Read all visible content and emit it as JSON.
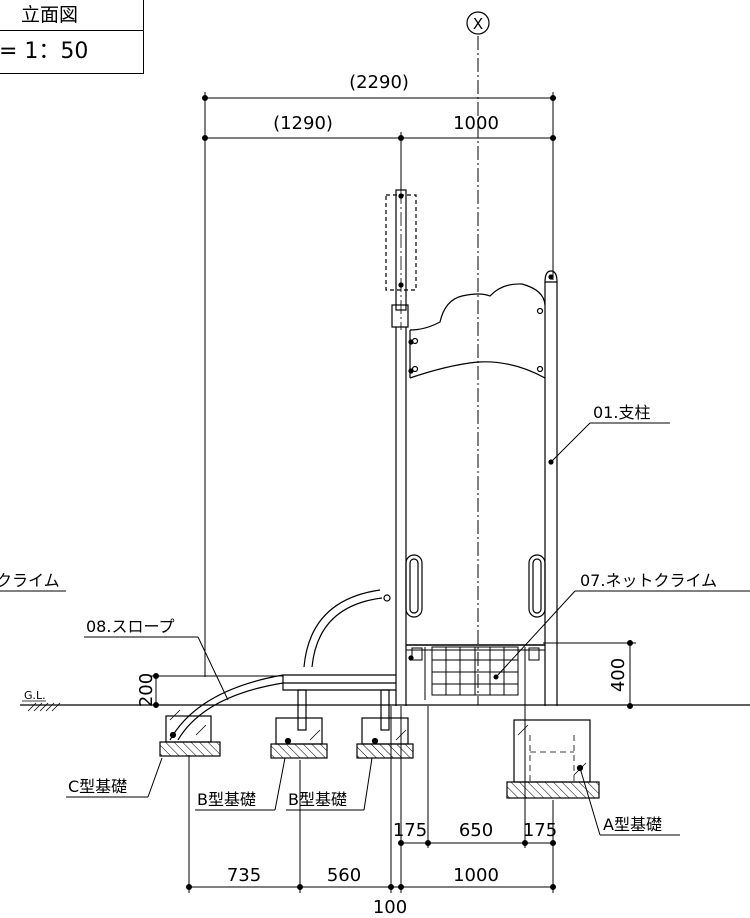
{
  "title_block": {
    "title": "立面図",
    "scale": "= 1：50"
  },
  "axis_mark": "X",
  "dimensions": {
    "overall_width": "(2290)",
    "left_width": "(1290)",
    "right_width": "1000",
    "ladder_height": "400",
    "slope_height": "200",
    "bottom_175_left": "175",
    "bottom_650": "650",
    "bottom_175_right": "175",
    "bottom_735": "735",
    "bottom_560": "560",
    "bottom_1000": "1000",
    "bottom_100": "100"
  },
  "labels": {
    "post": "01.支柱",
    "net_climb": "07.ネットクライム",
    "net_climb_left_partial": "クライム",
    "slope": "08.スロープ",
    "ground_line": "G.L.",
    "foundation_c": "C型基礎",
    "foundation_b1": "B型基礎",
    "foundation_b2": "B型基礎",
    "foundation_a": "A型基礎"
  }
}
